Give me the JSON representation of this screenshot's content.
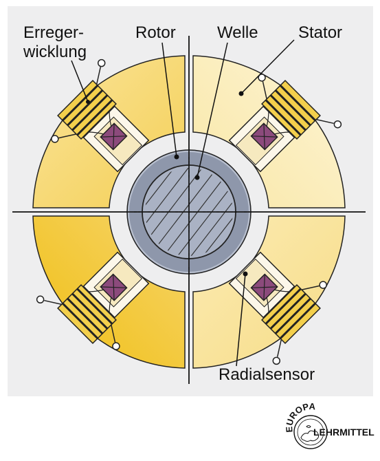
{
  "labels": {
    "erreger_line1": "Erreger-",
    "erreger_line2": "wicklung",
    "rotor": "Rotor",
    "welle": "Welle",
    "stator": "Stator",
    "radialsensor": "Radialsensor"
  },
  "logo": {
    "top": "EUROPA",
    "bottom": "LEHRMITTEL"
  },
  "colors": {
    "panel": "#eeeeef",
    "stator_light": "#fbefc1",
    "stator_mid": "#f6d86e",
    "stator_dark": "#f1c21e",
    "rotor_ring": "#8e97ab",
    "shaft": "#aab2c4",
    "sensor": "#8c4a7c",
    "outline": "#222222"
  }
}
